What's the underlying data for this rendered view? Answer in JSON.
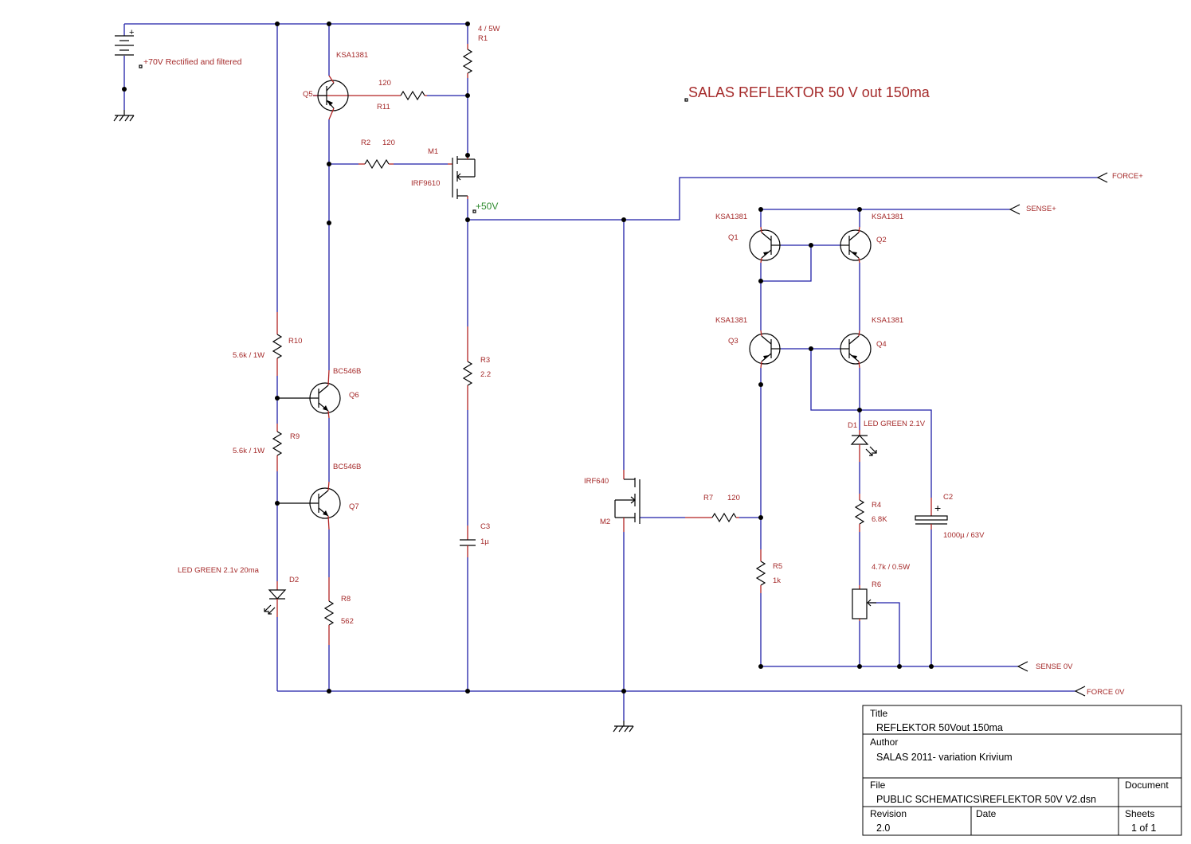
{
  "title": "SALAS REFLEKTOR 50 V out 150ma",
  "supply_label": "+70V Rectified and filtered",
  "net_50v": "+50V",
  "ports": {
    "force_plus": "FORCE+",
    "sense_plus": "SENSE+",
    "sense_0v": "SENSE 0V",
    "force_0v": "FORCE 0V"
  },
  "components": {
    "r1": {
      "ref": "R1",
      "value": "4 / 5W"
    },
    "r11": {
      "ref": "R11",
      "value": "120"
    },
    "r2": {
      "ref": "R2",
      "value": "120"
    },
    "r10": {
      "ref": "R10",
      "value": "5.6k / 1W"
    },
    "r9": {
      "ref": "R9",
      "value": "5.6k / 1W"
    },
    "r8": {
      "ref": "R8",
      "value": "562"
    },
    "r3": {
      "ref": "R3",
      "value": "2.2"
    },
    "r7": {
      "ref": "R7",
      "value": "120"
    },
    "r5": {
      "ref": "R5",
      "value": "1k"
    },
    "r4": {
      "ref": "R4",
      "value": "6.8K"
    },
    "r6": {
      "ref": "R6",
      "value": "4.7k / 0.5W"
    },
    "c3": {
      "ref": "C3",
      "value": "1µ"
    },
    "c2": {
      "ref": "C2",
      "value": "1000µ / 63V"
    },
    "q5": {
      "ref": "Q5",
      "part": "KSA1381"
    },
    "q6": {
      "ref": "Q6",
      "part": "BC546B"
    },
    "q7": {
      "ref": "Q7",
      "part": "BC546B"
    },
    "q1": {
      "ref": "Q1",
      "part": "KSA1381"
    },
    "q2": {
      "ref": "Q2",
      "part": "KSA1381"
    },
    "q3": {
      "ref": "Q3",
      "part": "KSA1381"
    },
    "q4": {
      "ref": "Q4",
      "part": "KSA1381"
    },
    "m1": {
      "ref": "M1",
      "part": "IRF9610"
    },
    "m2": {
      "ref": "M2",
      "part": "IRF640"
    },
    "d1": {
      "ref": "D1",
      "part": "LED GREEN 2.1V"
    },
    "d2": {
      "ref": "D2",
      "part": "LED GREEN 2.1v 20ma"
    }
  },
  "title_block": {
    "title_label": "Title",
    "title_value": "REFLEKTOR 50Vout 150ma",
    "author_label": "Author",
    "author_value": "SALAS 2011- variation Krivium",
    "file_label": "File",
    "file_value": "PUBLIC SCHEMATICS\\REFLEKTOR 50V V2.dsn",
    "document_label": "Document",
    "revision_label": "Revision",
    "revision_value": "2.0",
    "date_label": "Date",
    "sheets_label": "Sheets",
    "sheets_value": "1 of 1"
  }
}
